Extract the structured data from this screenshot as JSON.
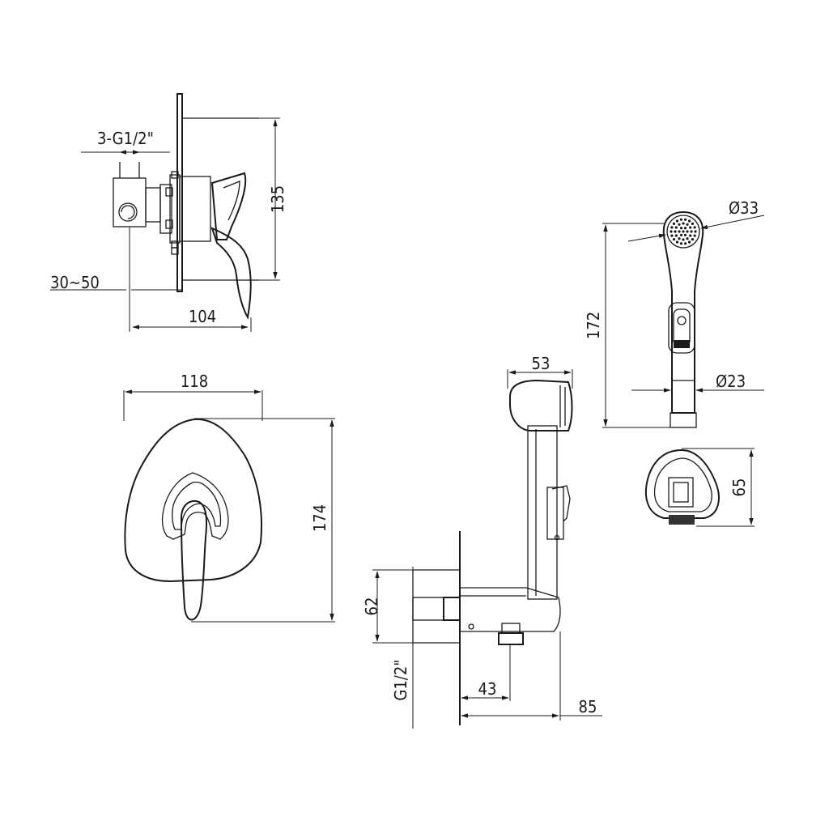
{
  "dimensions": {
    "side_thread": "3-G1/2\"",
    "side_height": "135",
    "side_wall_range": "30~50",
    "side_depth": "104",
    "front_width": "118",
    "front_height": "174",
    "holder_width": "53",
    "sprayer_length": "172",
    "sprayer_head_dia": "Ø33",
    "sprayer_handle_dia": "Ø23",
    "holder_plate_height": "65",
    "outlet_height": "62",
    "outlet_thread": "G1/2\"",
    "outlet_offset": "43",
    "outlet_depth": "85"
  }
}
